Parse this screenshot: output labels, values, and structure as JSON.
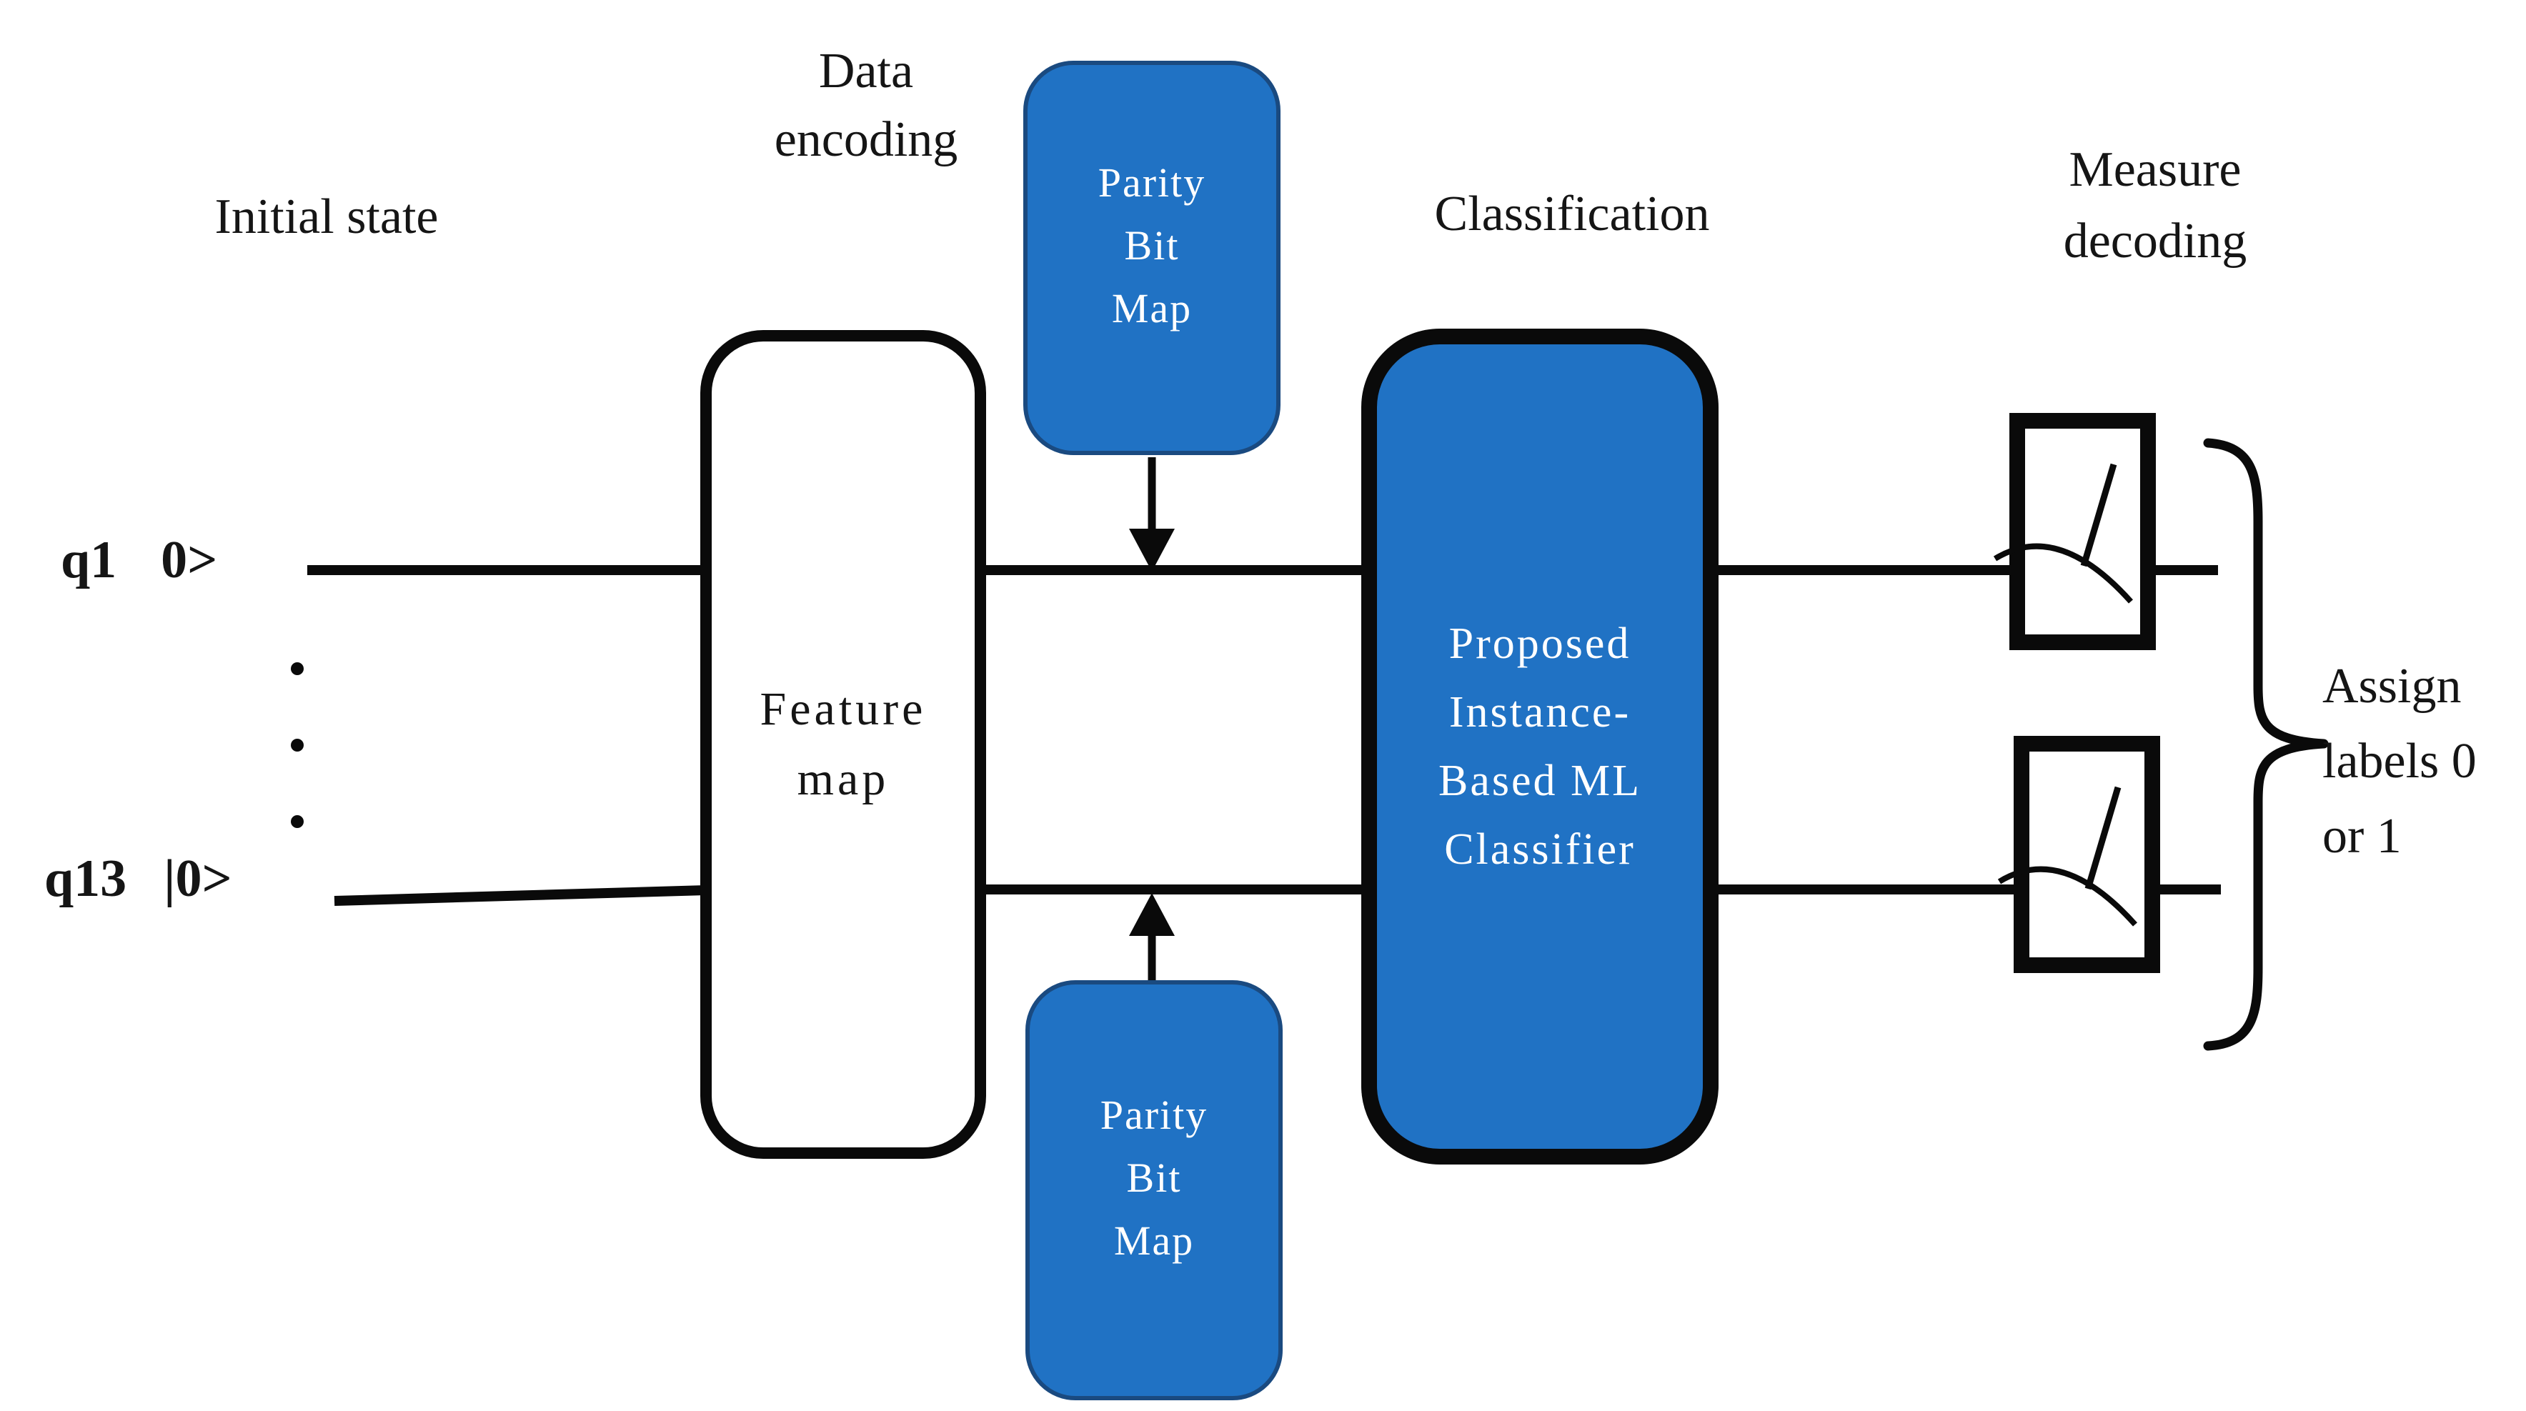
{
  "figure": {
    "stage_labels": {
      "initial_state": "Initial state",
      "data_encoding": "Data\nencoding",
      "classification": "Classification",
      "measure_decoding": "Measure\ndecoding"
    },
    "qubits": [
      {
        "name": "q1",
        "ket": "0>"
      },
      {
        "name": "q13",
        "ket": "|0>"
      }
    ],
    "blocks": {
      "feature_map": "Feature\nmap",
      "parity_top": "Parity\nBit\nMap",
      "parity_bottom": "Parity\nBit\nMap",
      "classifier": "Proposed\nInstance-\nBased ML\nClassifier"
    },
    "output_label": "Assign\nlabels 0\nor 1",
    "icons": {
      "measure_top": "analog-meter-gauge",
      "measure_bottom": "analog-meter-gauge",
      "ellipsis": "vertical-dots"
    },
    "colors": {
      "block_blue": "#2072C4",
      "block_blue_border": "#1A4A80",
      "line_black": "#0A0A0A"
    }
  }
}
